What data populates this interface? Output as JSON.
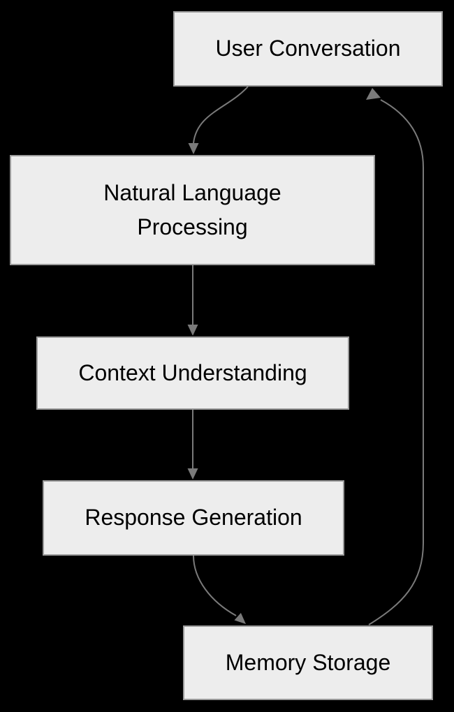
{
  "diagram": {
    "type": "flowchart",
    "colors": {
      "background": "#000000",
      "node_fill": "#ededed",
      "node_border": "#9b9b9b",
      "edge": "#7a7a7a",
      "text": "#000000"
    },
    "nodes": {
      "user_conversation": {
        "label": "User Conversation"
      },
      "natural_language_processing": {
        "label": "Natural Language Processing",
        "lines": [
          "Natural Language",
          "Processing"
        ]
      },
      "context_understanding": {
        "label": "Context Understanding"
      },
      "response_generation": {
        "label": "Response Generation"
      },
      "memory_storage": {
        "label": "Memory Storage"
      }
    },
    "edges": [
      {
        "from": "User Conversation",
        "to": "Natural Language Processing"
      },
      {
        "from": "Natural Language Processing",
        "to": "Context Understanding"
      },
      {
        "from": "Context Understanding",
        "to": "Response Generation"
      },
      {
        "from": "Response Generation",
        "to": "Memory Storage"
      },
      {
        "from": "Memory Storage",
        "to": "User Conversation"
      }
    ]
  }
}
